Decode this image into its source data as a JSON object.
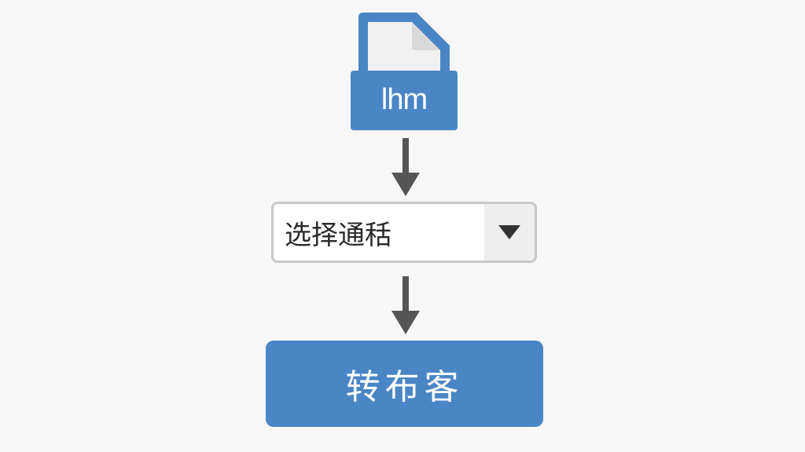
{
  "file": {
    "icon": "file-icon",
    "label": "lhm",
    "color": "#4a86c5"
  },
  "select": {
    "value": "选择通秳",
    "toggle_icon": "chevron-down-icon"
  },
  "button": {
    "label": "转布客",
    "color": "#4a86c5"
  },
  "arrows": {
    "icon": "arrow-down-icon",
    "color": "#555555"
  }
}
